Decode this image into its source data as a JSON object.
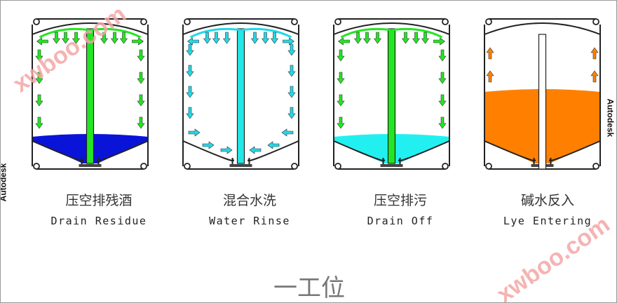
{
  "title": "一工位",
  "brand": "Autodesk",
  "watermark": "xwboo.com",
  "stages": [
    {
      "cn": "压空排残酒",
      "en": "Drain Residue",
      "liquid_color": "#0a14d8",
      "pipe_color": "#22e622",
      "arrow_color": "#22e622",
      "liquid_level": 0.2,
      "mode": "spray"
    },
    {
      "cn": "混合水洗",
      "en": "Water Rinse",
      "liquid_color": null,
      "pipe_color": "#22e8e8",
      "arrow_color": "#22d8e8",
      "liquid_level": 0,
      "mode": "rinse"
    },
    {
      "cn": "压空排污",
      "en": "Drain Off",
      "liquid_color": "#22f0f0",
      "pipe_color": "#22e622",
      "arrow_color": "#22e622",
      "liquid_level": 0.2,
      "mode": "spray"
    },
    {
      "cn": "碱水反入",
      "en": "Lye Entering",
      "liquid_color": "#ff8000",
      "pipe_color": "#ffffff",
      "arrow_color": "#ff8000",
      "liquid_level": 0.6,
      "mode": "fill"
    }
  ]
}
